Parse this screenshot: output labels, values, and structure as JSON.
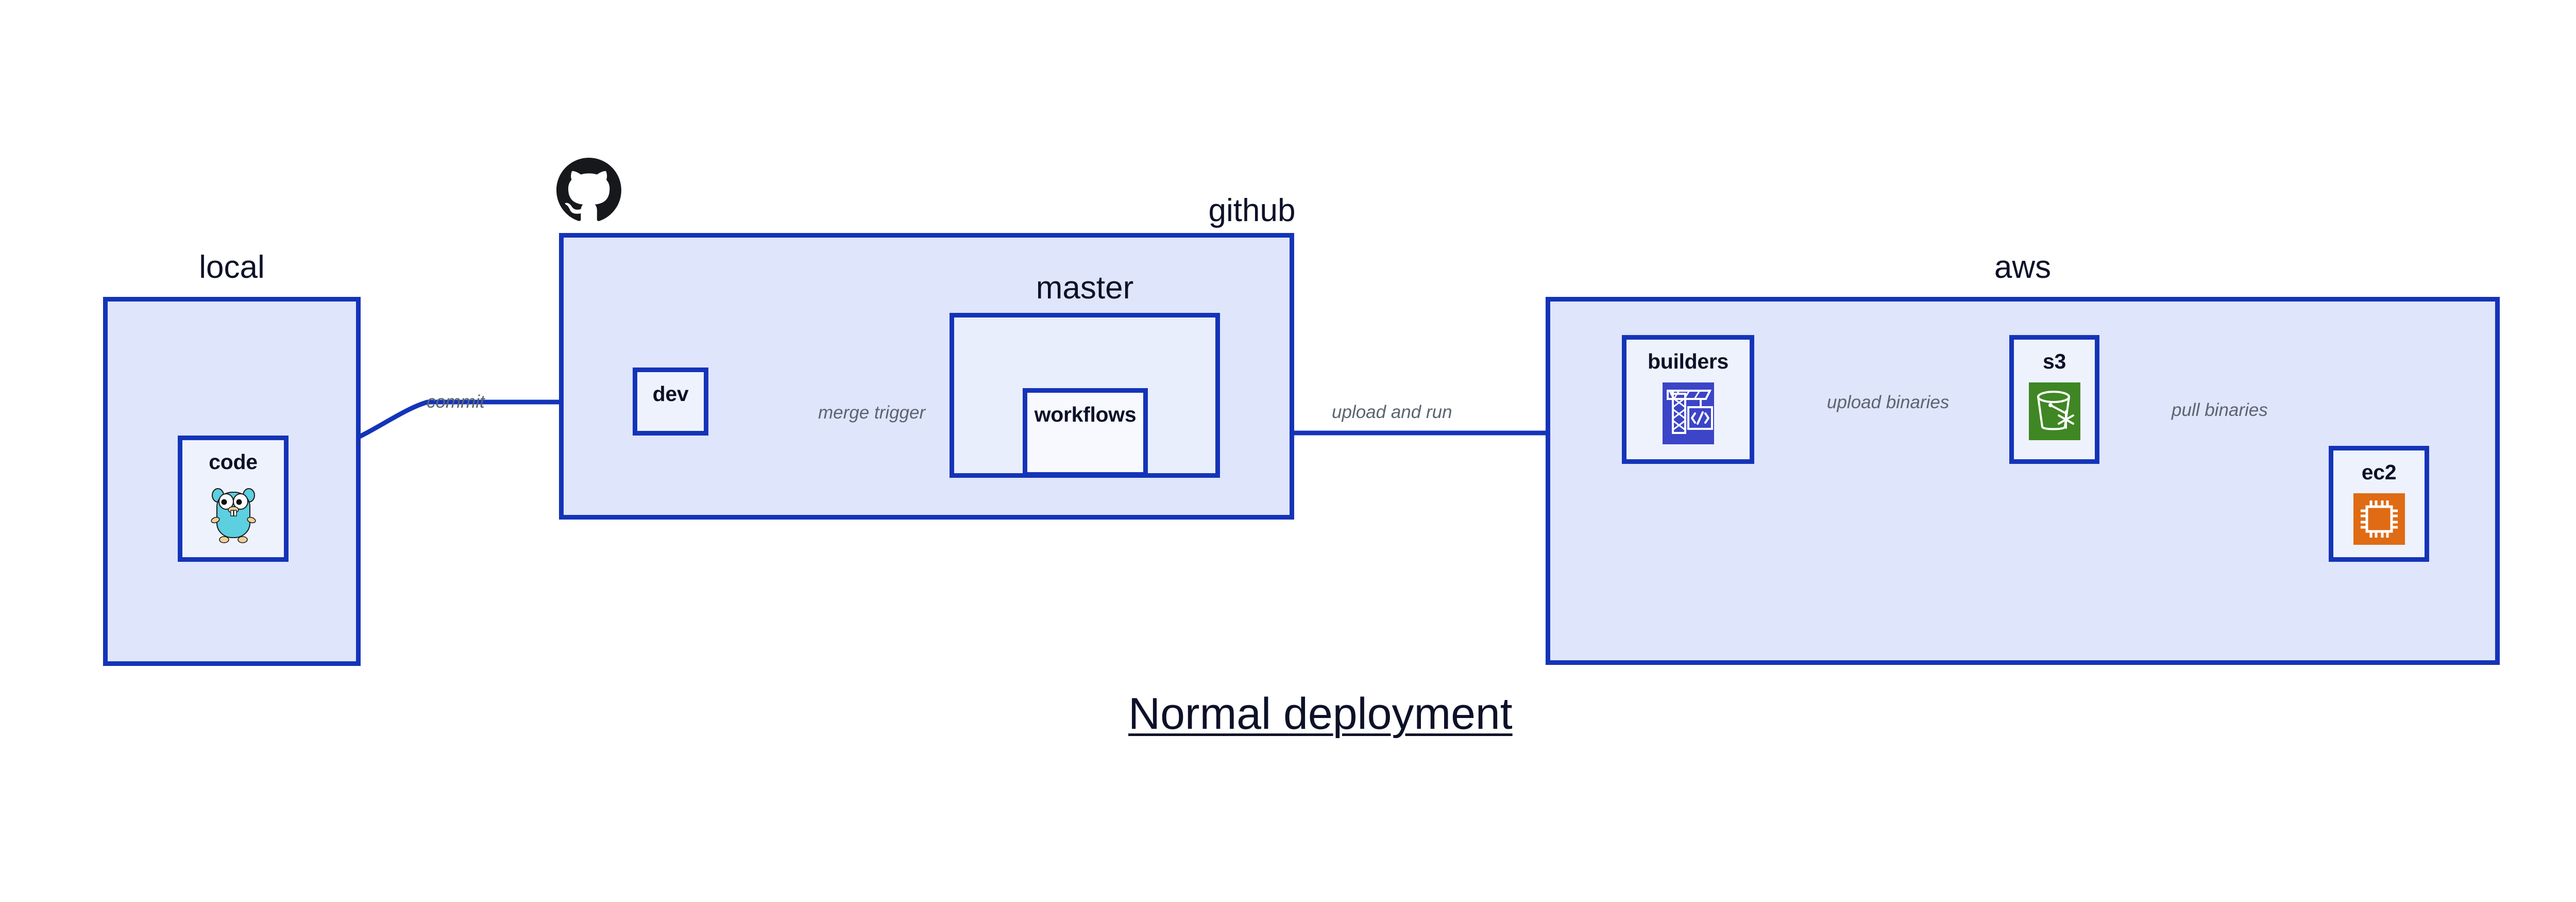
{
  "diagram": {
    "title": "Normal deployment",
    "type": "architecture-flow",
    "colors": {
      "group_fill": "#dfe5fb",
      "node_fill": "#eef2fd",
      "stroke": "#1434b8",
      "text": "#0d1128",
      "edge_label": "#5d6470",
      "builders_icon": "#3c44c8",
      "s3_icon": "#3f8624",
      "ec2_icon": "#df6b14",
      "gopher": "#5ccfe0",
      "github_logo": "#17181b",
      "background": "#ffffff"
    }
  },
  "groups": [
    {
      "id": "local",
      "label": "local"
    },
    {
      "id": "github",
      "label": "github"
    },
    {
      "id": "master",
      "label": "master"
    },
    {
      "id": "aws",
      "label": "aws"
    }
  ],
  "nodes": [
    {
      "id": "code",
      "label": "code",
      "icon": "go-gopher-icon",
      "group": "local"
    },
    {
      "id": "dev",
      "label": "dev",
      "icon": null,
      "group": "github"
    },
    {
      "id": "workflows",
      "label": "workflows",
      "icon": null,
      "group": "master"
    },
    {
      "id": "builders",
      "label": "builders",
      "icon": "crane-code-icon",
      "group": "aws"
    },
    {
      "id": "s3",
      "label": "s3",
      "icon": "s3-bucket-icon",
      "group": "aws"
    },
    {
      "id": "ec2",
      "label": "ec2",
      "icon": "cpu-chip-icon",
      "group": "aws"
    }
  ],
  "edges": [
    {
      "id": "commit",
      "from": "code",
      "to": "dev",
      "label": "commit"
    },
    {
      "id": "merge-trigger",
      "from": "dev",
      "to": "workflows",
      "label": "merge trigger"
    },
    {
      "id": "upload-and-run",
      "from": "workflows",
      "to": "builders",
      "label": "upload and run"
    },
    {
      "id": "upload-binaries",
      "from": "builders",
      "to": "s3",
      "label": "upload binaries"
    },
    {
      "id": "pull-binaries",
      "from": "s3",
      "to": "ec2",
      "label": "pull binaries"
    }
  ],
  "icons": {
    "github_logo": "github-octocat-icon"
  }
}
